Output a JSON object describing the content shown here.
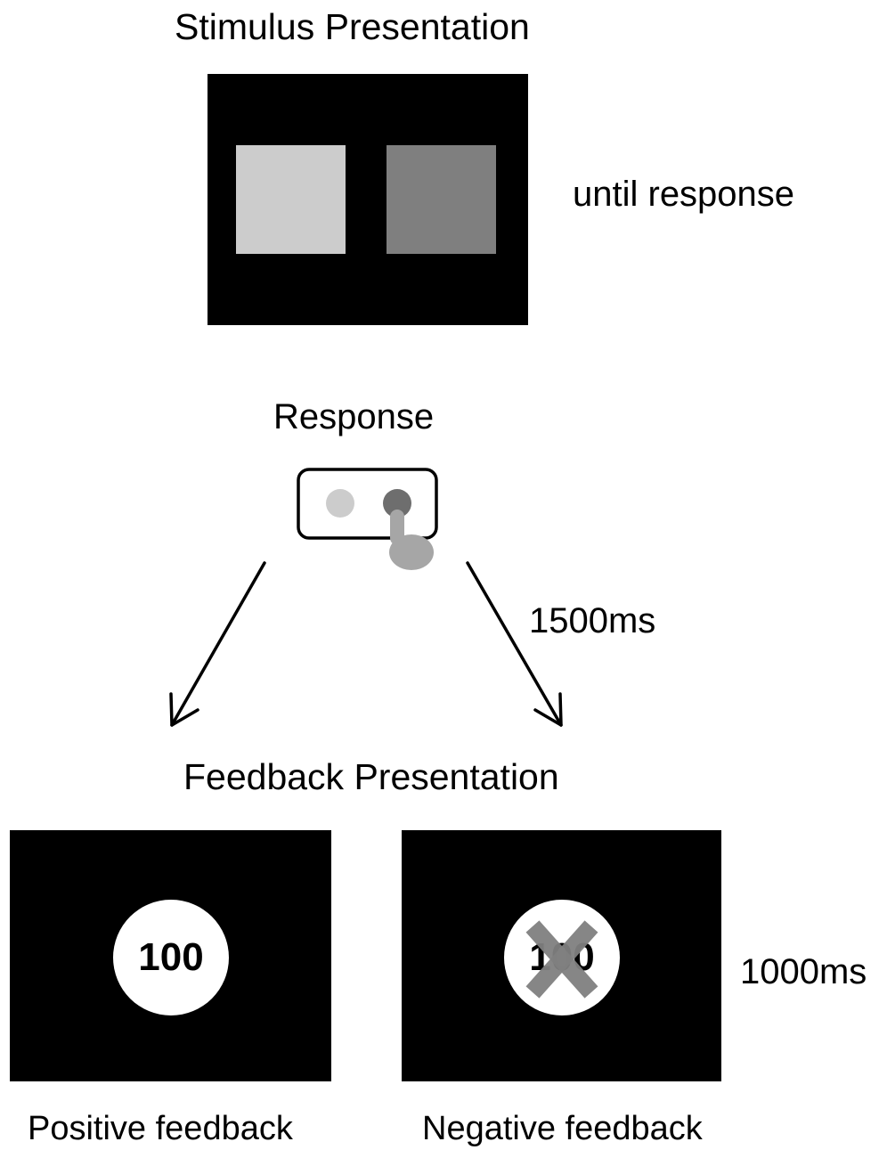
{
  "stimulus": {
    "title": "Stimulus Presentation",
    "duration": "until response",
    "left_square_color": "#cccccc",
    "right_square_color": "#7f7f7f",
    "screen_color": "#000000"
  },
  "response": {
    "title": "Response",
    "left_button_color": "#cccccc",
    "right_button_color": "#6e6e6e",
    "finger_color": "#a6a6a6",
    "delay": "1500ms"
  },
  "feedback": {
    "title": "Feedback Presentation",
    "duration": "1000ms",
    "positive": {
      "value": "100",
      "caption": "Positive feedback"
    },
    "negative": {
      "value": "100",
      "caption": "Negative feedback",
      "cross_color": "#7f7f7f"
    }
  }
}
